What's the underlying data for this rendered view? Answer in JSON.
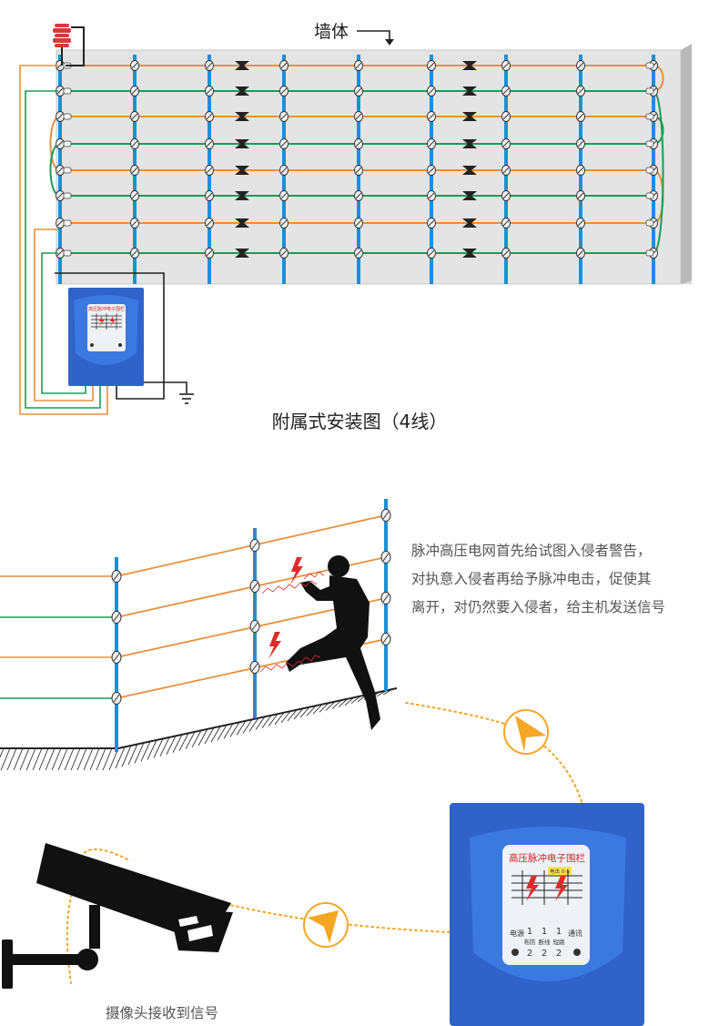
{
  "top": {
    "wall_label": "墙体",
    "caption": "附属式安装图（4线）",
    "mini_panel_title": "高压脉冲电子围栏"
  },
  "bottom": {
    "description_lines": [
      "脉冲高压电网首先给试图入侵者警告，",
      "对执意入侵者再给予脉冲电击，促使其",
      "离开，对仍然要入侵者，给主机发送信号"
    ],
    "camera_caption": "摄像头接收到信号",
    "panel": {
      "title": "高压脉冲电子围栏",
      "badge": "电击 0-5",
      "labels_left": "电源",
      "labels_right": "通讯",
      "zone_numbers_top": [
        "1",
        "1",
        "1"
      ],
      "zone_labels": [
        "布防",
        "断线",
        "短路"
      ],
      "zone_numbers_bottom": [
        "2",
        "2",
        "2"
      ]
    }
  },
  "colors": {
    "orange_wire": "#e8903a",
    "green_wire": "#1e9a55",
    "post_blue": "#1d8fd6",
    "panel_blue": "#2f63c9",
    "signal_orange": "#f5a623",
    "wall_gray": "#e3e3e3"
  }
}
